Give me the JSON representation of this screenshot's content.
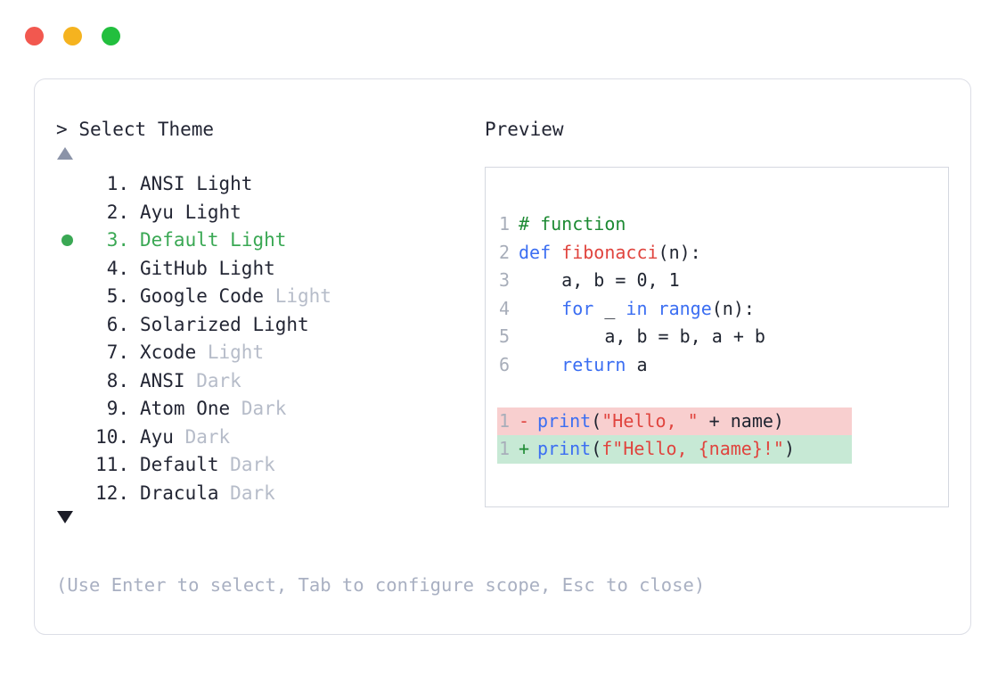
{
  "window": {
    "traffic_lights": [
      {
        "name": "close",
        "color": "#f2584f"
      },
      {
        "name": "minimize",
        "color": "#f5b31f"
      },
      {
        "name": "maximize",
        "color": "#22bf3e"
      }
    ]
  },
  "prompt": {
    "marker": ">",
    "title": "Select Theme",
    "scroll_up_icon": "triangle-up",
    "scroll_down_icon": "triangle-down"
  },
  "themes": [
    {
      "index": "1.",
      "name": "ANSI",
      "variant": "Light",
      "variant_muted": false,
      "selected": false
    },
    {
      "index": "2.",
      "name": "Ayu",
      "variant": "Light",
      "variant_muted": false,
      "selected": false
    },
    {
      "index": "3.",
      "name": "Default",
      "variant": "Light",
      "variant_muted": false,
      "selected": true
    },
    {
      "index": "4.",
      "name": "GitHub",
      "variant": "Light",
      "variant_muted": false,
      "selected": false
    },
    {
      "index": "5.",
      "name": "Google Code",
      "variant": "Light",
      "variant_muted": true,
      "selected": false
    },
    {
      "index": "6.",
      "name": "Solarized",
      "variant": "Light",
      "variant_muted": false,
      "selected": false
    },
    {
      "index": "7.",
      "name": "Xcode",
      "variant": "Light",
      "variant_muted": true,
      "selected": false
    },
    {
      "index": "8.",
      "name": "ANSI",
      "variant": "Dark",
      "variant_muted": true,
      "selected": false
    },
    {
      "index": "9.",
      "name": "Atom One",
      "variant": "Dark",
      "variant_muted": true,
      "selected": false
    },
    {
      "index": "10.",
      "name": "Ayu",
      "variant": "Dark",
      "variant_muted": true,
      "selected": false
    },
    {
      "index": "11.",
      "name": "Default",
      "variant": "Dark",
      "variant_muted": true,
      "selected": false
    },
    {
      "index": "12.",
      "name": "Dracula",
      "variant": "Dark",
      "variant_muted": true,
      "selected": false
    }
  ],
  "hint": "(Use Enter to select, Tab to configure scope, Esc to close)",
  "preview": {
    "label": "Preview",
    "code_lines": [
      {
        "n": "1",
        "tokens": [
          {
            "t": "# function",
            "c": "comment"
          }
        ]
      },
      {
        "n": "2",
        "tokens": [
          {
            "t": "def ",
            "c": "kw"
          },
          {
            "t": "fibonacci",
            "c": "fn"
          },
          {
            "t": "(n):",
            "c": "punct"
          }
        ]
      },
      {
        "n": "3",
        "tokens": [
          {
            "t": "    a, b = 0, 1",
            "c": "plain"
          }
        ]
      },
      {
        "n": "4",
        "tokens": [
          {
            "t": "    ",
            "c": "plain"
          },
          {
            "t": "for",
            "c": "kw"
          },
          {
            "t": " _ ",
            "c": "plain"
          },
          {
            "t": "in range",
            "c": "kw"
          },
          {
            "t": "(n):",
            "c": "punct"
          }
        ]
      },
      {
        "n": "5",
        "tokens": [
          {
            "t": "        a, b = b, a + b",
            "c": "plain"
          }
        ]
      },
      {
        "n": "6",
        "tokens": [
          {
            "t": "    ",
            "c": "plain"
          },
          {
            "t": "return",
            "c": "kw"
          },
          {
            "t": " a",
            "c": "plain"
          }
        ]
      }
    ],
    "diff_lines": [
      {
        "n": "1",
        "sign": "-",
        "kind": "del",
        "tokens": [
          {
            "t": "print",
            "c": "kw"
          },
          {
            "t": "(",
            "c": "punct"
          },
          {
            "t": "\"Hello, \"",
            "c": "str"
          },
          {
            "t": " + name)",
            "c": "plain"
          }
        ]
      },
      {
        "n": "1",
        "sign": "+",
        "kind": "add",
        "tokens": [
          {
            "t": "print",
            "c": "kw"
          },
          {
            "t": "(",
            "c": "punct"
          },
          {
            "t": "f\"Hello, {name}!\"",
            "c": "str"
          },
          {
            "t": ")",
            "c": "punct"
          }
        ]
      }
    ]
  }
}
